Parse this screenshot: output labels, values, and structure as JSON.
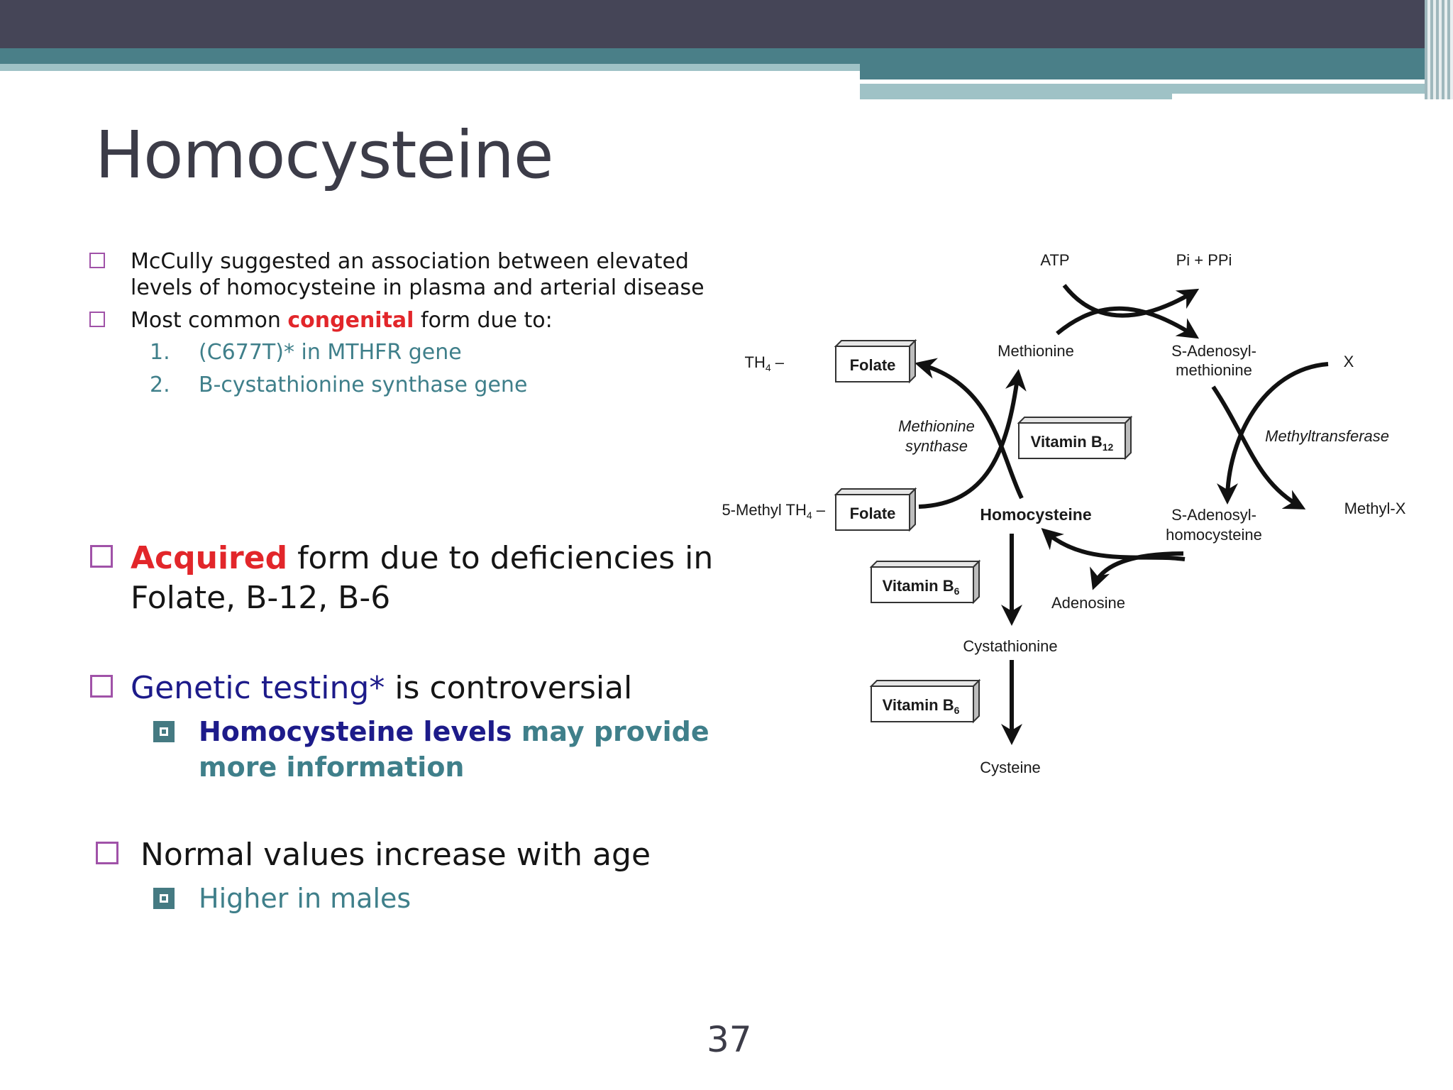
{
  "slide": {
    "title": "Homocysteine",
    "page_number": "37"
  },
  "bullets": {
    "b1": "McCully suggested an association between elevated levels of homocysteine in plasma and arterial disease",
    "b1_line1": "McCully suggested an association between elevated",
    "b1_line2": "levels of homocysteine in plasma and arterial disease",
    "b2_pre": "Most common ",
    "b2_em": "congenital",
    "b2_post": " form due to:",
    "sub1_num": "1.",
    "sub1_text": "(C677T)* in MTHFR gene",
    "sub2_num": "2.",
    "sub2_text": "B-cystathionine synthase gene",
    "b3_em": "Acquired",
    "b3_rest_line1": " form due to deficiencies in",
    "b3_line2": "Folate, B-12, B-6",
    "b4_em": "Genetic testing*",
    "b4_rest": " is controversial",
    "b4_sub_em": "Homocysteine levels",
    "b4_sub_rest_line1": " may provide",
    "b4_sub_line2": "more information",
    "b5": "Normal values increase with age",
    "b5_sub": "Higher in males"
  },
  "diagram": {
    "atp": "ATP",
    "pi_ppi": "Pi + PPi",
    "methionine": "Methionine",
    "sam_line1": "S-Adenosyl-",
    "sam_line2": "methionine",
    "x": "X",
    "th4_prefix": "TH",
    "th4_sub": "4",
    "th4_dash": " –",
    "folate": "Folate",
    "methionine_synthase_line1": "Methionine",
    "methionine_synthase_line2": "synthase",
    "vitamin": "Vitamin B",
    "b12_sub": "12",
    "b6_sub": "6",
    "methyltransferase": "Methyltransferase",
    "methyl_th4_prefix": "5-Methyl TH",
    "homocysteine": "Homocysteine",
    "sah_line1": "S-Adenosyl-",
    "sah_line2": "homocysteine",
    "methyl_x": "Methyl-X",
    "adenosine": "Adenosine",
    "cystathionine": "Cystathionine",
    "cysteine": "Cysteine"
  },
  "colors": {
    "header_dark": "#454557",
    "header_teal": "#4a7f88",
    "bullet_box": "#a052a8",
    "red_emphasis": "#e2262a",
    "navy_emphasis": "#1d1b8a",
    "teal_text": "#3f7f8a"
  }
}
